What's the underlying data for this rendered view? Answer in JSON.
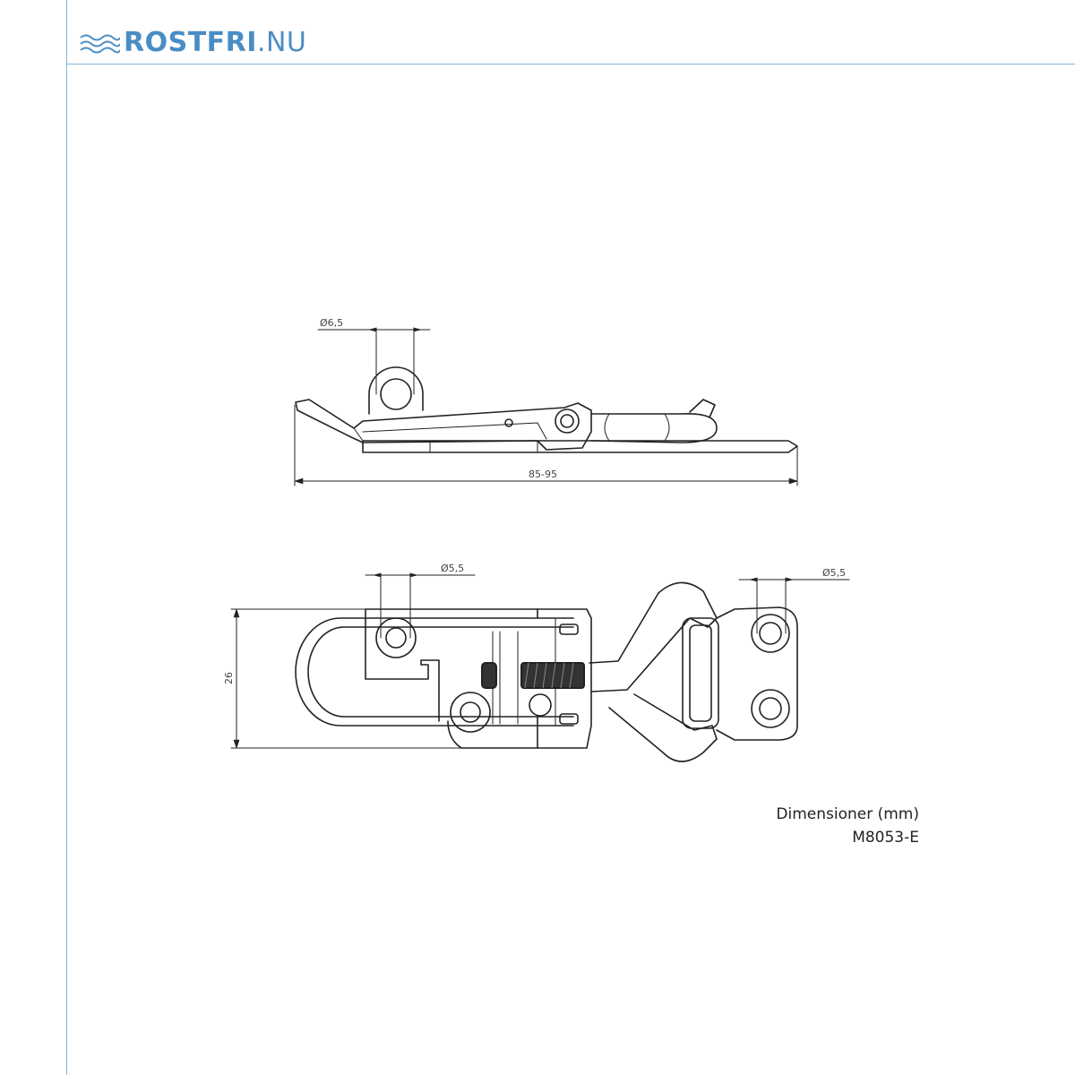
{
  "brand": {
    "logo_text_bold": "ROSTFRI",
    "logo_text_thin": ".NU",
    "color": "#4a8dc4",
    "rule_color": "#7fb6d9"
  },
  "side_view": {
    "dim_hole": "Ø6,5",
    "dim_length": "85-95"
  },
  "top_view": {
    "dim_hole_left": "Ø5,5",
    "dim_hole_right": "Ø5,5",
    "dim_width": "26"
  },
  "caption": {
    "line1": "Dimensioner (mm)",
    "line2": "M8053-E"
  }
}
